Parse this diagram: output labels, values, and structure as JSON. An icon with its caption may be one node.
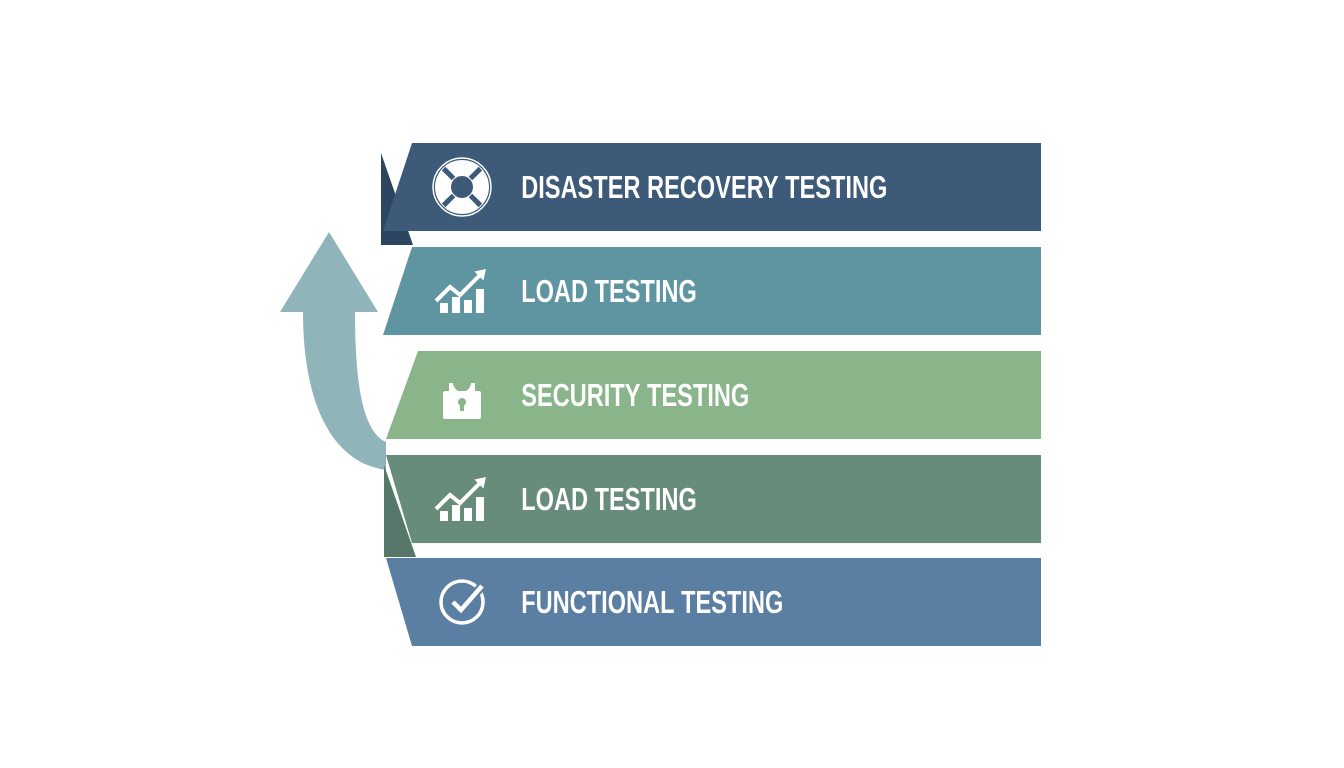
{
  "diagram": {
    "nodes": [
      {
        "text": [
          "DISASTER RECOVERY TESTING"
        ]
      },
      {
        "text": [
          "LOAD TESTING"
        ]
      },
      {
        "text": [
          "SECURITY TESTING"
        ]
      },
      {
        "text": [
          "LOAD TESTING"
        ]
      },
      {
        "text": [
          "FUNCTIONAL TESTING"
        ]
      }
    ]
  }
}
